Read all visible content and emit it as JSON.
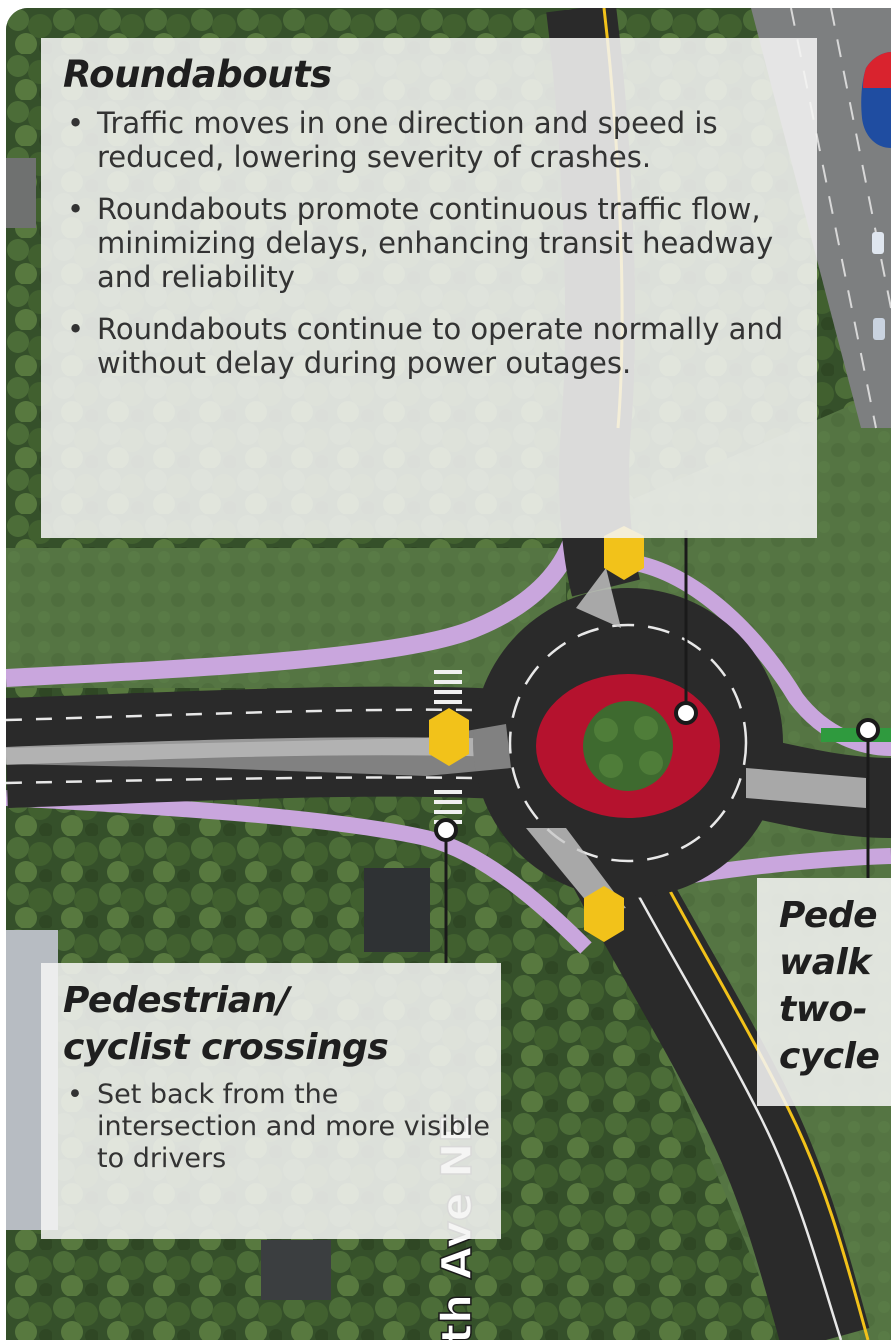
{
  "colors": {
    "grass": "#4f6d3c",
    "road": "#2a2a2a",
    "path": "#c9a6dd",
    "island": "#b5122e",
    "crosswalk_marker": "#f2c21a",
    "panel_bg": "#f4f4f2",
    "leader": "#1a1a1a",
    "bike_lane": "#2f9a3e",
    "interstate_red": "#d9232e",
    "interstate_blue": "#1f4da1"
  },
  "icons": {
    "interstate_shield": "interstate-shield-icon",
    "crossing_marker": "pedestrian-crossing-marker-icon",
    "callout_dot": "callout-dot-icon"
  },
  "map": {
    "street_label": "th Ave NE"
  },
  "callouts": {
    "roundabouts": {
      "title": "Roundabouts",
      "bullets": [
        "Traffic moves in one direction and speed is reduced, lowering severity of crashes.",
        "Roundabouts promote continuous traffic flow, minimizing delays, enhancing transit headway and reliability",
        "Roundabouts continue to operate normally and without delay during power outages."
      ]
    },
    "crossings": {
      "title_line1": "Pedestrian/",
      "title_line2": "cyclist crossings",
      "bullets": [
        "Set back from the intersection and more visible to drivers"
      ]
    },
    "walkways": {
      "title_line1": "Pede",
      "title_line2": "walk",
      "title_line3": "two-",
      "title_line4": "cycle"
    }
  }
}
